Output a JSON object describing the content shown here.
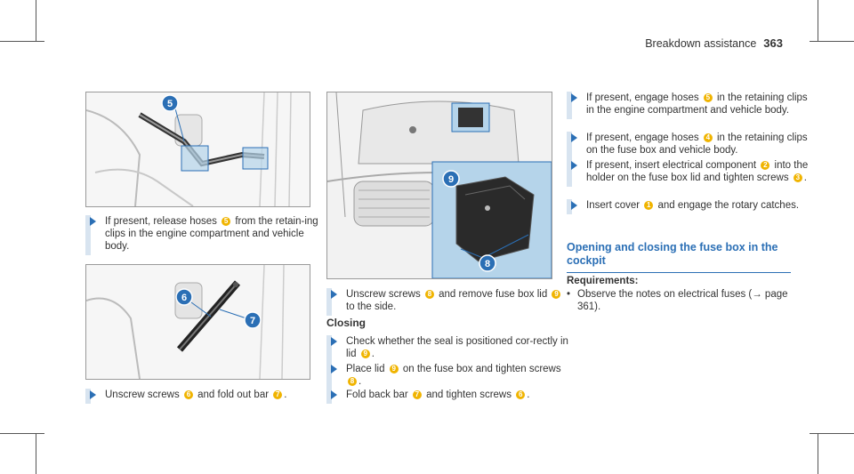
{
  "header": {
    "section": "Breakdown assistance",
    "page": "363"
  },
  "colors": {
    "accent": "#2b6fb5",
    "badge": "#f0b400",
    "highlight": "#b5d4ea"
  },
  "figures": {
    "fig1": {
      "callouts": [
        "5"
      ]
    },
    "fig2": {
      "callouts": [
        "6",
        "7"
      ]
    },
    "fig3": {
      "callouts": [
        "9",
        "8"
      ]
    }
  },
  "left": {
    "step1": {
      "a": "If present, release hoses",
      "n1": "5",
      "b": "from the retain‑ing clips in the engine compartment and vehicle body."
    },
    "step2": {
      "a": "Unscrew screws",
      "n1": "6",
      "b": "and fold out bar",
      "n2": "7",
      "c": "."
    }
  },
  "middle": {
    "step1": {
      "a": "Unscrew screws",
      "n1": "8",
      "b": "and remove fuse box lid",
      "n2": "9",
      "c": "to the side."
    },
    "closing": "Closing",
    "step2": {
      "a": "Check whether the seal is positioned cor‑rectly in lid",
      "n1": "9",
      "b": "."
    },
    "step3": {
      "a": "Place lid",
      "n1": "9",
      "b": "on the fuse box and tighten screws",
      "n2": "8",
      "c": "."
    },
    "step4": {
      "a": "Fold back bar",
      "n1": "7",
      "b": "and tighten screws",
      "n2": "6",
      "c": "."
    }
  },
  "right": {
    "step1": {
      "a": "If present, engage hoses",
      "n1": "5",
      "b": "in the retaining clips in the engine compartment and vehicle body."
    },
    "step2": {
      "a": "If present, engage hoses",
      "n1": "4",
      "b": "in the retaining clips on the fuse box and vehicle body."
    },
    "step3": {
      "a": "If present, insert electrical component",
      "n1": "2",
      "b": "into the holder on the fuse box lid and tighten screws",
      "n2": "3",
      "c": "."
    },
    "step4": {
      "a": "Insert cover",
      "n1": "1",
      "b": "and engage the rotary catches."
    },
    "section_title": "Opening and closing the fuse box in the cockpit",
    "requirements_title": "Requirements:",
    "requirement": "Observe the notes on electrical fuses (→ page 361)."
  }
}
